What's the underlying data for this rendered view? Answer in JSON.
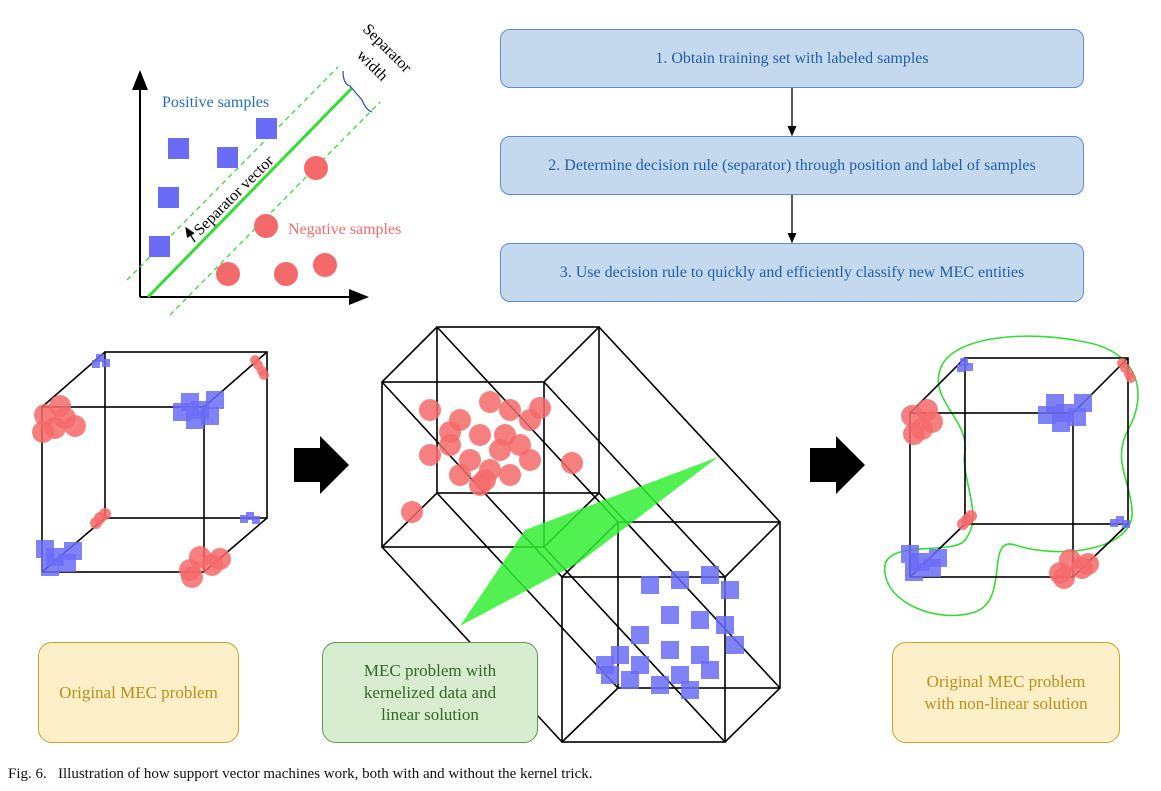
{
  "svm_plot": {
    "positive_label": "Positive samples",
    "negative_label": "Negative samples",
    "separator_vector_label": "Separator vector",
    "separator_width_label_line1": "Separator",
    "separator_width_label_line2": "width"
  },
  "steps": [
    "1. Obtain training set with labeled samples",
    "2. Determine decision rule (separator) through position and label of samples",
    "3. Use decision rule to quickly and efficiently classify new MEC entities"
  ],
  "labels": {
    "original": "Original MEC problem",
    "kernelized": "MEC problem with\nkernelized data and\nlinear solution",
    "nonlinear": "Original MEC problem\nwith non-linear solution"
  },
  "caption": "Fig. 6.   Illustration of how support vector machines work, both with and without the kernel trick.",
  "colors": {
    "positive": "#6a6cf6",
    "negative": "#f46a6a",
    "separator": "#33dd33",
    "step_fill": "#c5d9ee",
    "step_text": "#1f5fa8"
  }
}
